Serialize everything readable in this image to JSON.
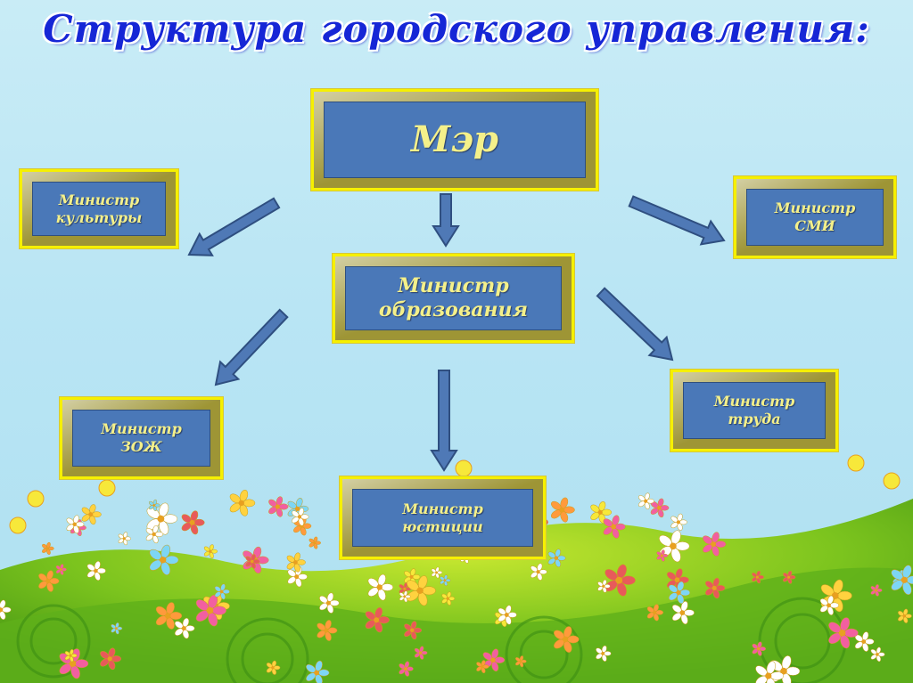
{
  "title": "Структура  городского управления:",
  "nodes": {
    "mayor": "Мэр",
    "culture": "Министр\nкультуры",
    "media": "Министр\nСМИ",
    "education": "Министр\nобразования",
    "health": "Министр\nЗОЖ",
    "labor": "Министр\nтруда",
    "justice": "Министр\nюстиции"
  },
  "colors": {
    "title": "#1626d6",
    "box_face": "#4a78b8",
    "box_frame": "#f6f000",
    "box_text": "#f4f08a",
    "arrow": "#4f79b6"
  }
}
